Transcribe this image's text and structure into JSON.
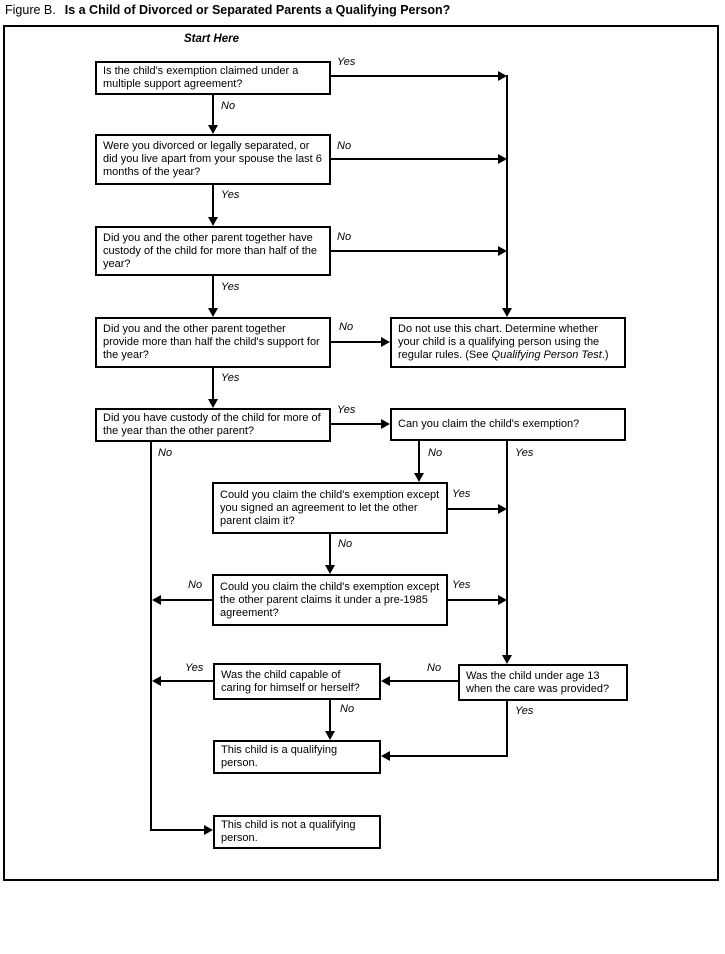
{
  "colors": {
    "ink": "#000000",
    "paper": "#ffffff"
  },
  "figure": {
    "label": "Figure B.",
    "title": "Is a Child of Divorced or Separated Parents a Qualifying Person?",
    "start_here": "Start Here"
  },
  "labels": {
    "yes": "Yes",
    "no": "No"
  },
  "nodes": {
    "multiple_support": "Is the child's exemption claimed under a multiple support agreement?",
    "divorced_or_separated": "Were you divorced or legally separated, or did you live apart from your spouse the last 6 months of the year?",
    "custody_together": "Did you and the other parent together have custody of the child for more than half of the year?",
    "support_together": "Did you and the other parent together provide more than half the child's support for the year?",
    "custody_more": "Did you have custody of the child for more of the year than the other parent?",
    "do_not_use": {
      "before": "Do not use this chart. Determine whether your child is a qualifying person using the regular rules. (See ",
      "italic": "Qualifying Person Test",
      "after": ".)"
    },
    "can_claim": "Can you claim the child's exemption?",
    "signed_agreement": "Could you claim the child's exemption except you signed an agreement to let the other parent claim it?",
    "pre_1985": "Could you claim the child's exemption except the other parent claims it under a pre-1985 agreement?",
    "capable_of_caring": "Was the child capable of caring for himself or herself?",
    "under_age_13": "Was the child under age 13 when the care was provided?",
    "qualifying": "This child is a qualifying person.",
    "not_qualifying": "This child is not a qualifying person."
  }
}
